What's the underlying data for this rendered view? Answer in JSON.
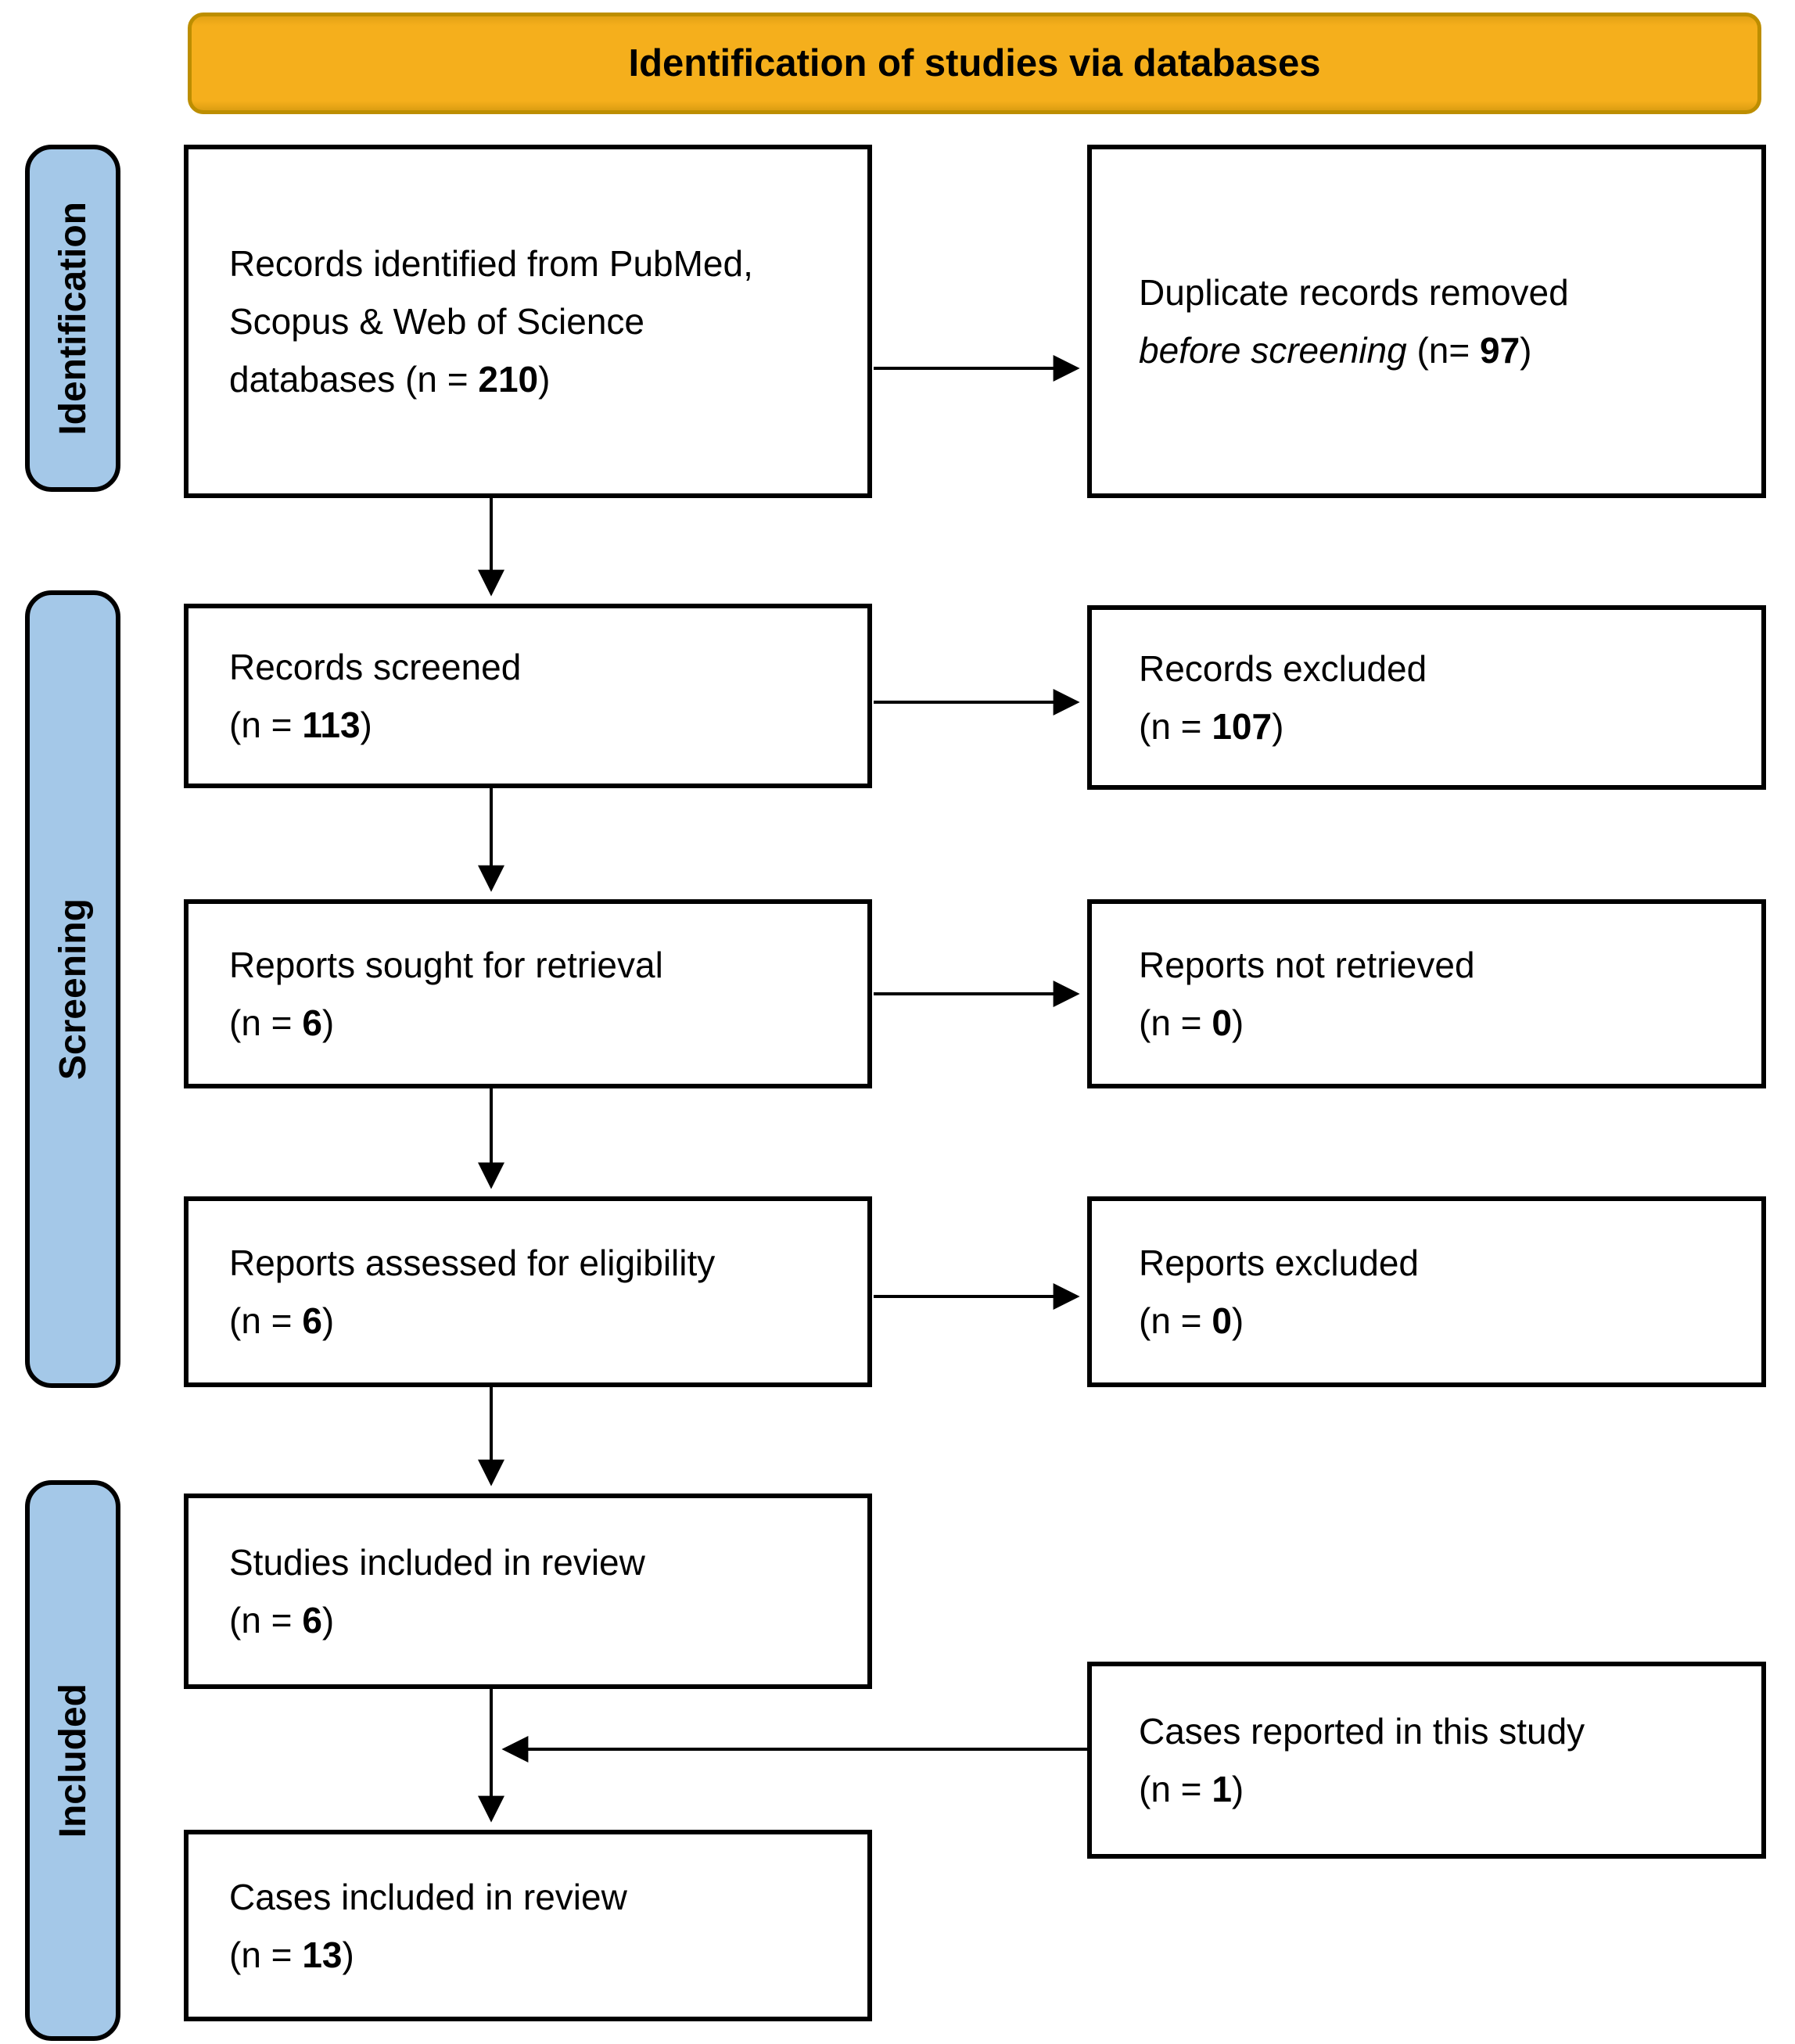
{
  "title_banner": {
    "label": "Identification of studies via databases"
  },
  "sidebar": {
    "stages": [
      {
        "label": "Identification"
      },
      {
        "label": "Screening"
      },
      {
        "label": "Included"
      }
    ]
  },
  "colors": {
    "banner_fill": "#F5AF1C",
    "banner_border": "#BD8E00",
    "sidebar_fill": "#A4C8E8",
    "box_border": "#000000",
    "line_color": "#000000"
  },
  "flow": {
    "left": [
      {
        "name": "records-identified",
        "lines": [
          "Records identified from PubMed,",
          "Scopus & Web of Science",
          [
            {
              "t": "databases (n = "
            },
            {
              "t": "210",
              "b": true
            },
            {
              "t": ")"
            }
          ]
        ]
      },
      {
        "name": "records-screened",
        "lines": [
          "Records screened",
          [
            {
              "t": "(n = "
            },
            {
              "t": "113",
              "b": true
            },
            {
              "t": ")"
            }
          ]
        ]
      },
      {
        "name": "reports-sought",
        "lines": [
          "Reports sought for retrieval",
          [
            {
              "t": "(n = "
            },
            {
              "t": "6",
              "b": true
            },
            {
              "t": ")"
            }
          ]
        ]
      },
      {
        "name": "reports-assessed",
        "lines": [
          "Reports assessed for eligibility",
          [
            {
              "t": "(n = "
            },
            {
              "t": "6",
              "b": true
            },
            {
              "t": ")"
            }
          ]
        ]
      },
      {
        "name": "studies-included",
        "lines": [
          "Studies included in review",
          [
            {
              "t": "(n = "
            },
            {
              "t": "6",
              "b": true
            },
            {
              "t": ")"
            }
          ]
        ]
      },
      {
        "name": "cases-included",
        "lines": [
          "Cases included in review",
          [
            {
              "t": "(n = "
            },
            {
              "t": "13",
              "b": true
            },
            {
              "t": ")"
            }
          ]
        ]
      }
    ],
    "right": [
      {
        "name": "duplicates-removed",
        "lines": [
          "Duplicate records removed",
          [
            {
              "t": "before screening",
              "i": true
            },
            {
              "t": " (n= "
            },
            {
              "t": "97",
              "b": true
            },
            {
              "t": ")"
            }
          ]
        ]
      },
      {
        "name": "records-excluded",
        "lines": [
          "Records excluded",
          [
            {
              "t": "(n = "
            },
            {
              "t": "107",
              "b": true
            },
            {
              "t": ")"
            }
          ]
        ]
      },
      {
        "name": "reports-not-retrieved",
        "lines": [
          "Reports not retrieved",
          [
            {
              "t": "(n = "
            },
            {
              "t": "0",
              "b": true
            },
            {
              "t": ")"
            }
          ]
        ]
      },
      {
        "name": "reports-excluded",
        "lines": [
          "Reports excluded",
          [
            {
              "t": "(n = "
            },
            {
              "t": "0",
              "b": true
            },
            {
              "t": ")"
            }
          ]
        ]
      },
      {
        "name": "cases-reported",
        "lines": [
          "Cases reported in this study",
          [
            {
              "t": "(n = "
            },
            {
              "t": "1",
              "b": true
            },
            {
              "t": ")"
            }
          ]
        ]
      }
    ]
  }
}
